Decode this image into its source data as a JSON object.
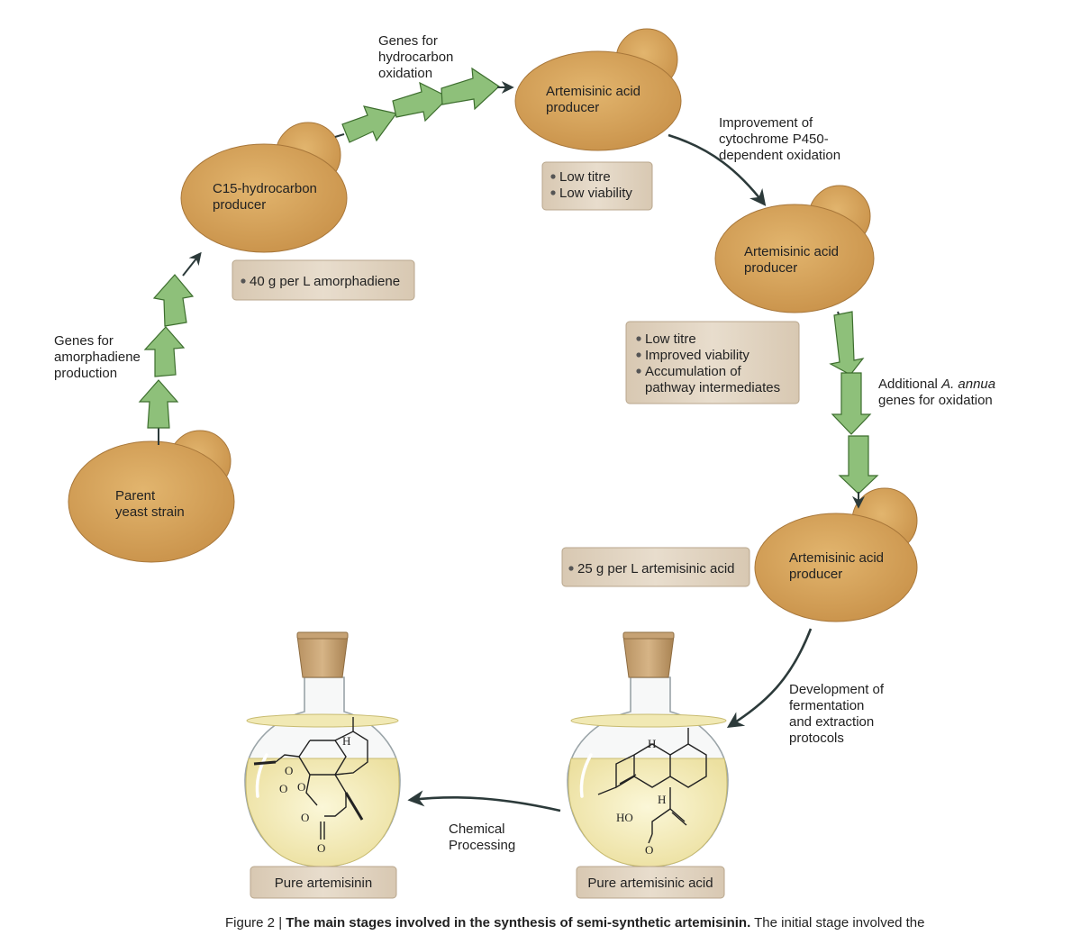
{
  "colors": {
    "cell_fill": "#d7a35a",
    "cell_stroke": "#a8773a",
    "arrow_fill": "#8ec07a",
    "arrow_stroke": "#3d6e2e",
    "box_fill": "#e0d2bf",
    "flask_liquid": "#f3ecb4"
  },
  "cells": {
    "parent": "Parent\nyeast strain",
    "c15": "C15-hydrocarbon\nproducer",
    "aa1": "Artemisinic acid\nproducer",
    "aa2": "Artemisinic acid\nproducer",
    "aa3": "Artemisinic acid\nproducer"
  },
  "labels": {
    "amorphadiene_genes": "Genes for\namorphadiene\nproduction",
    "hydrocarbon_genes": "Genes for\nhydrocarbon\noxidation",
    "p450": "Improvement of\ncytochrome P450-\ndependent oxidation",
    "annua_prefix": "Additional",
    "annua_italic": "A. annua",
    "annua_line2": "genes for oxidation",
    "fermentation": "Development of\nfermentation\nand extraction\nprotocols",
    "chemical": "Chemical\nProcessing"
  },
  "boxes": {
    "amorphadiene": [
      "40 g per L amorphadiene"
    ],
    "aa1": [
      "Low titre",
      "Low viability"
    ],
    "aa2": [
      "Low titre",
      "Improved viability",
      "Accumulation of",
      "pathway intermediates"
    ],
    "aa3": [
      "25 g per L artemisinic acid"
    ]
  },
  "flasks": {
    "artemisinin": "Pure artemisinin",
    "artemisinic_acid": "Pure artemisinic acid"
  },
  "molecule_labels": {
    "H": "H",
    "O": "O",
    "HO": "HO"
  },
  "caption": {
    "prefix": "Figure 2 | ",
    "title": "The main stages involved in the synthesis of semi-synthetic artemisinin.",
    "text": " The initial stage involved the"
  }
}
